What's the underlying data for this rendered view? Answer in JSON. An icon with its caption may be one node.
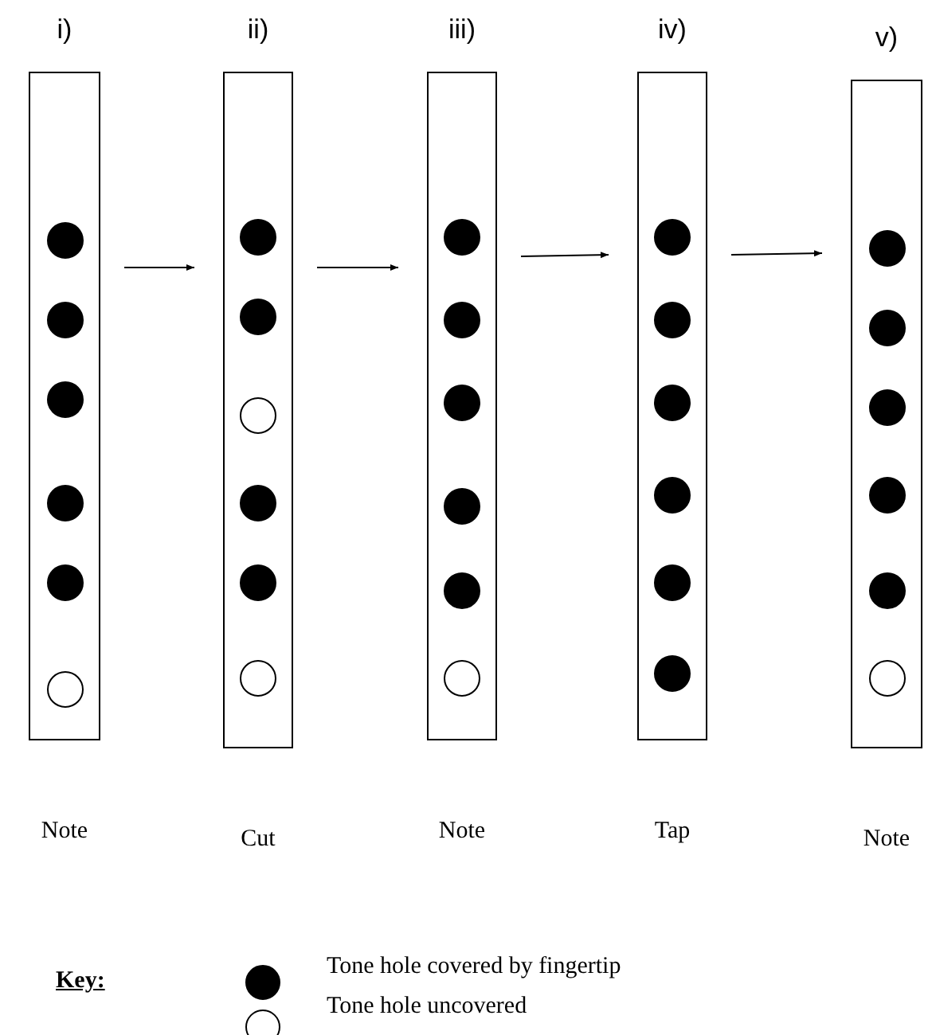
{
  "diagram": {
    "nodes": [
      {
        "text": [
          "i)"
        ],
        "beside": [
          "Note"
        ]
      },
      {
        "text": [],
        "shape": "dot",
        "in": 0
      },
      {
        "text": [],
        "shape": "dot",
        "in": 0
      },
      {
        "text": [],
        "shape": "dot",
        "in": 0
      },
      {
        "text": [],
        "shape": "dot",
        "in": 0
      },
      {
        "text": [],
        "shape": "dot",
        "in": 0
      },
      {
        "text": [],
        "shape": "circle",
        "in": 0
      },
      {
        "text": [
          "ii)"
        ],
        "beside": [
          "Cut"
        ]
      },
      {
        "text": [],
        "shape": "dot",
        "in": 7
      },
      {
        "text": [],
        "shape": "dot",
        "in": 7
      },
      {
        "text": [],
        "shape": "circle",
        "in": 7
      },
      {
        "text": [],
        "shape": "dot",
        "in": 7
      },
      {
        "text": [],
        "shape": "dot",
        "in": 7
      },
      {
        "text": [],
        "shape": "circle",
        "in": 7
      },
      {
        "text": [
          "iii)"
        ],
        "beside": [
          "Note"
        ]
      },
      {
        "text": [],
        "shape": "dot",
        "in": 14
      },
      {
        "text": [],
        "shape": "dot",
        "in": 14
      },
      {
        "text": [],
        "shape": "dot",
        "in": 14
      },
      {
        "text": [],
        "shape": "dot",
        "in": 14
      },
      {
        "text": [],
        "shape": "dot",
        "in": 14
      },
      {
        "text": [],
        "shape": "circle",
        "in": 14
      },
      {
        "text": [
          "iv)"
        ],
        "beside": [
          "Tap"
        ]
      },
      {
        "text": [],
        "shape": "dot",
        "in": 21
      },
      {
        "text": [],
        "shape": "dot",
        "in": 21
      },
      {
        "text": [],
        "shape": "dot",
        "in": 21
      },
      {
        "text": [],
        "shape": "dot",
        "in": 21
      },
      {
        "text": [],
        "shape": "dot",
        "in": 21
      },
      {
        "text": [],
        "shape": "dot",
        "in": 21
      },
      {
        "text": [
          "v)"
        ],
        "beside": [
          "Note"
        ]
      },
      {
        "text": [],
        "shape": "dot",
        "in": 28
      },
      {
        "text": [],
        "shape": "dot",
        "in": 28
      },
      {
        "text": [],
        "shape": "dot",
        "in": 28
      },
      {
        "text": [],
        "shape": "dot",
        "in": 28
      },
      {
        "text": [],
        "shape": "dot",
        "in": 28
      },
      {
        "text": [],
        "shape": "circle",
        "in": 28
      }
    ],
    "edges": [
      {
        "from": 0,
        "to": 7,
        "arrow": "to"
      },
      {
        "from": 7,
        "to": 14,
        "arrow": "to"
      },
      {
        "from": 14,
        "to": 21,
        "arrow": "to"
      },
      {
        "from": 21,
        "to": 28,
        "arrow": "to"
      }
    ],
    "labels": [
      "Key:"
    ],
    "legend": [
      {
        "text": "Tone hole covered by fingertip",
        "color": "#000000"
      },
      {
        "text": "Tone hole uncovered"
      }
    ]
  }
}
